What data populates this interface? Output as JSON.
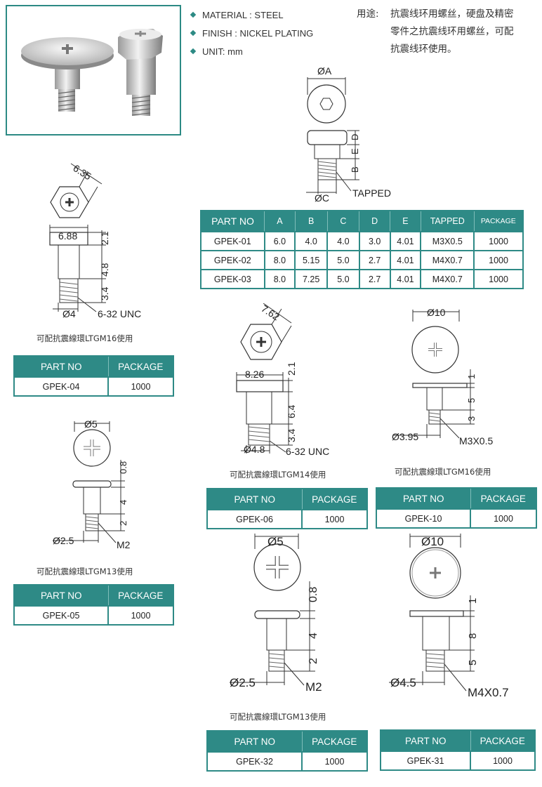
{
  "specs": {
    "material": "MATERIAL : STEEL",
    "finish": "FINISH : NICKEL PLATING",
    "unit": "UNIT: mm"
  },
  "usage": {
    "label": "用途:",
    "line1": "抗震线环用螺丝，硬盘及精密",
    "line2": "零件之抗震线环用螺丝，可配",
    "line3": "抗震线环使用。"
  },
  "main_drawing": {
    "dia_a": "ØA",
    "label_d": "D",
    "label_e": "E",
    "label_b": "B",
    "dia_c": "ØC",
    "tapped": "TAPPED"
  },
  "main_table": {
    "headers": [
      "PART NO",
      "A",
      "B",
      "C",
      "D",
      "E",
      "TAPPED",
      "PACKAGE"
    ],
    "rows": [
      [
        "GPEK-01",
        "6.0",
        "4.0",
        "4.0",
        "3.0",
        "4.01",
        "M3X0.5",
        "1000"
      ],
      [
        "GPEK-02",
        "8.0",
        "5.15",
        "5.0",
        "2.7",
        "4.01",
        "M4X0.7",
        "1000"
      ],
      [
        "GPEK-03",
        "8.0",
        "7.25",
        "5.0",
        "2.7",
        "4.01",
        "M4X0.7",
        "1000"
      ]
    ]
  },
  "gpek04": {
    "hex": "6.35",
    "head": "6.88",
    "d1": "2.1",
    "d2": "4.8",
    "d3": "3.4",
    "shaft": "Ø4",
    "thread": "6-32 UNC",
    "note": "可配抗震線環LTGM16使用",
    "headers": [
      "PART NO",
      "PACKAGE"
    ],
    "row": [
      "GPEK-04",
      "1000"
    ]
  },
  "gpek06": {
    "hex": "7.62",
    "head": "8.26",
    "d1": "2.1",
    "d2": "6.4",
    "d3": "3.4",
    "shaft": "Ø4.8",
    "thread": "6-32 UNC",
    "note": "可配抗震線環LTGM14使用",
    "headers": [
      "PART NO",
      "PACKAGE"
    ],
    "row": [
      "GPEK-06",
      "1000"
    ]
  },
  "gpek10": {
    "dia": "Ø10",
    "d1": "1",
    "d2": "5",
    "d3": "3",
    "shaft": "Ø3.95",
    "thread": "M3X0.5",
    "note": "可配抗震線環LTGM16使用",
    "headers": [
      "PART NO",
      "PACKAGE"
    ],
    "row": [
      "GPEK-10",
      "1000"
    ]
  },
  "gpek05": {
    "dia": "Ø5",
    "d1": "0.8",
    "d2": "4",
    "d3": "2",
    "shaft": "Ø2.5",
    "thread": "M2",
    "note": "可配抗震線環LTGM13使用",
    "headers": [
      "PART NO",
      "PACKAGE"
    ],
    "row": [
      "GPEK-05",
      "1000"
    ]
  },
  "gpek32": {
    "dia": "Ø5",
    "d1": "0.8",
    "d2": "4",
    "d3": "2",
    "shaft": "Ø2.5",
    "thread": "M2",
    "note": "可配抗震線環LTGM13使用",
    "headers": [
      "PART NO",
      "PACKAGE"
    ],
    "row": [
      "GPEK-32",
      "1000"
    ]
  },
  "gpek31": {
    "dia": "Ø10",
    "d1": "1",
    "d2": "8",
    "d3": "5",
    "shaft": "Ø4.5",
    "thread": "M4X0.7",
    "headers": [
      "PART NO",
      "PACKAGE"
    ],
    "row": [
      "GPEK-31",
      "1000"
    ]
  }
}
